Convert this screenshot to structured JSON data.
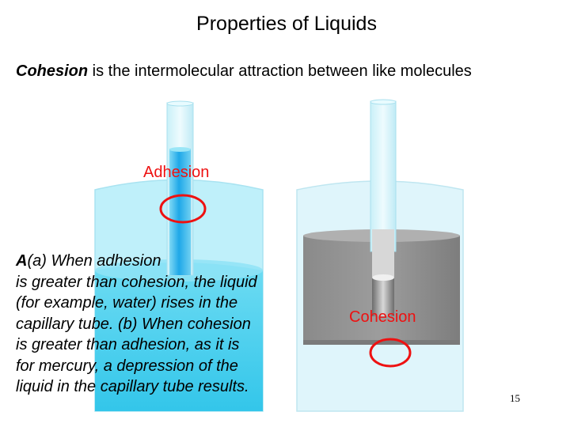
{
  "slide": {
    "title": "Properties of Liquids",
    "subtitle": {
      "term": "Cohesion",
      "text": " is the intermolecular attraction between like molecules"
    },
    "labels": {
      "adhesion": "Adhesion",
      "cohesion": "Cohesion"
    },
    "caption": {
      "marker": "A",
      "lines": [
        "(a) When adhesion",
        "is greater than cohesion, the liquid",
        "(for example, water) rises in the",
        "capillary tube. (b) When cohesion",
        "is greater than adhesion, as it is",
        "for mercury, a depression of the",
        "liquid in the capillary tube results."
      ]
    },
    "page_number": "15",
    "colors": {
      "water": "#5fd6f0",
      "mercury": "#8c8c8c",
      "glass": "#d4f3fa",
      "highlight": "#ee1111"
    }
  }
}
